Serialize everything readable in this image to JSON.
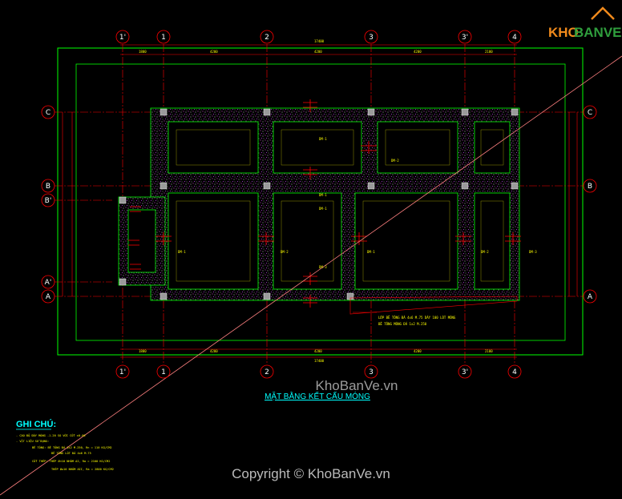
{
  "drawing": {
    "title": "MẶT BẰNG KẾT CẤU MÓNG",
    "axes_top": [
      "1'",
      "1",
      "2",
      "3",
      "3'",
      "4"
    ],
    "axes_bottom": [
      "1'",
      "1",
      "2",
      "3",
      "3'",
      "4"
    ],
    "axes_left": [
      "C",
      "B",
      "B'",
      "A'",
      "A"
    ],
    "axes_right": [
      "C",
      "B",
      "A"
    ],
    "dim_overall_top": "17400",
    "dim_segments_top": [
      "1800",
      "4200",
      "4200",
      "4200",
      "2100"
    ],
    "dim_overall_bottom": "17400",
    "dim_segments_bottom": [
      "1800",
      "4200",
      "4200",
      "4200",
      "2100"
    ],
    "beam_tags": [
      "DM-1",
      "DM-1",
      "DM-2",
      "DM-1",
      "DM-2",
      "DM-1",
      "DM-2",
      "DM-3",
      "DM-3",
      "DM-1"
    ],
    "annotation": [
      "LỚP BÊ TÔNG ĐÁ 4x6 M.75 DÀY 100 LÓT MÓNG",
      "BÊ TÔNG MÓNG ĐÁ 1x2 M.250"
    ]
  },
  "notes": {
    "heading": "GHI CHÚ:",
    "lines": [
      "- CAO ĐỘ ĐÁY MÓNG -1.20 SO VỚI CỐT ±0.00",
      "- VẬT LIỆU SỬ DỤNG:",
      "BÊ TÔNG: BÊ TÔNG ĐÁ 1x2 M.250, Rn = 110 KG/CM2",
      "BÊ TÔNG LÓT ĐÁ 4x6 M.75",
      "CỐT THÉP: THÉP Ø<10 NHÓM AI, Ra = 2100 KG/CM2",
      "THÉP Ø≥10 NHÓM AII, Ra = 2800 KG/CM2"
    ]
  },
  "watermark": {
    "center": "KhoBanVe.vn",
    "copyright": "Copyright © KhoBanVe.vn"
  },
  "logo": {
    "part1": "KHO",
    "part2": "BANVE"
  },
  "colors": {
    "background": "#000000",
    "axis_line": "#ff0000",
    "outline": "#00ff00",
    "dimension": "#ffff00",
    "title": "#00ffff",
    "logo_orange": "#f08a1c",
    "logo_green": "#2f9e3d"
  }
}
